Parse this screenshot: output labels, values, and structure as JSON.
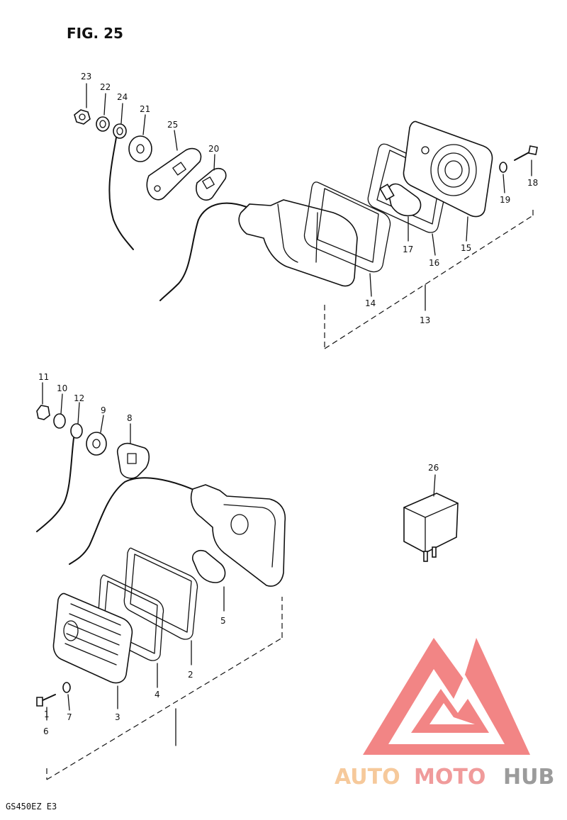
{
  "figure": {
    "title": "FIG. 25",
    "model_code": "GS450EZ E3"
  },
  "callouts": {
    "n1": "1",
    "n2": "2",
    "n3": "3",
    "n4": "4",
    "n5": "5",
    "n6": "6",
    "n7": "7",
    "n8": "8",
    "n9": "9",
    "n10": "10",
    "n11": "11",
    "n12": "12",
    "n13": "13",
    "n14": "14",
    "n15": "15",
    "n16": "16",
    "n17": "17",
    "n18": "18",
    "n19": "19",
    "n20": "20",
    "n21": "21",
    "n22": "22",
    "n23": "23",
    "n24": "24",
    "n25": "25",
    "n26": "26"
  },
  "watermark": {
    "brand_part1": "AUTO",
    "brand_part2": "MOTO",
    "brand_part3": "HUB",
    "colors": {
      "auto": "#f5c08a",
      "moto": "#ee8a8a",
      "hub": "#8a8a8a",
      "triangle": "#f07070"
    }
  }
}
